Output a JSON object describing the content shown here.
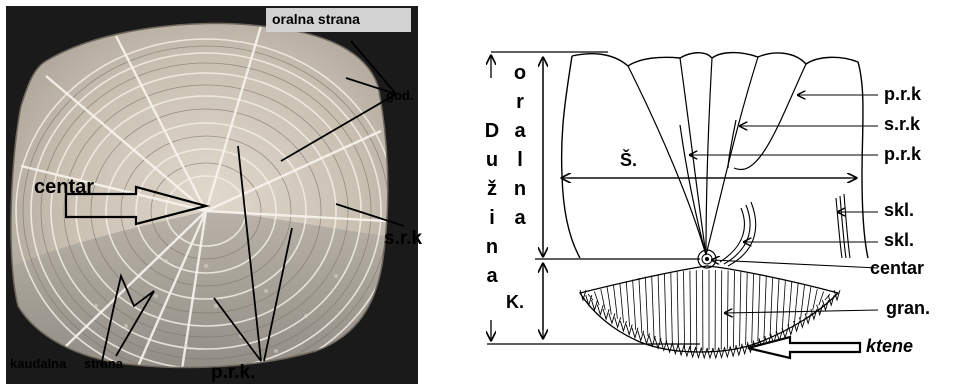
{
  "photo": {
    "top_label": "oralna strana",
    "labels": {
      "god": "god.",
      "centar": "centar",
      "srk": "s.r.k",
      "kaudalna": "kaudalna",
      "strana": "strana",
      "prk": "p.r.k."
    }
  },
  "diagram": {
    "oralna_letters": [
      "o",
      "r",
      "a",
      "l",
      "n",
      "a"
    ],
    "duzina_letters": [
      "D",
      "u",
      "ž",
      "i",
      "n",
      "a"
    ],
    "labels": {
      "sirina": "Š.",
      "k": "K.",
      "prk1": "p.r.k",
      "srk": "s.r.k",
      "prk2": "p.r.k",
      "skl1": "skl.",
      "skl2": "skl.",
      "centar": "centar",
      "gran": "gran.",
      "ktene": "ktene"
    }
  }
}
